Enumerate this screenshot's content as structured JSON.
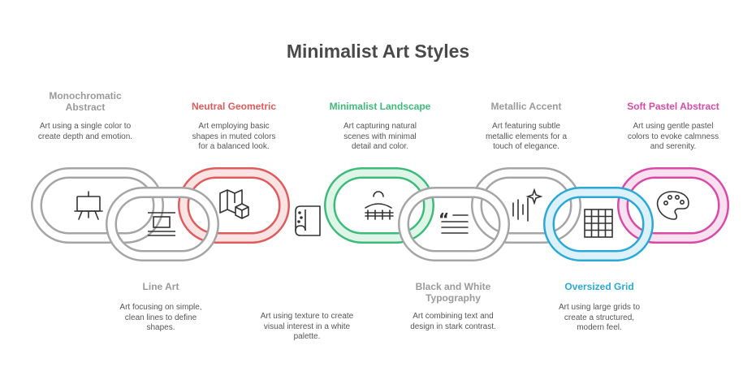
{
  "title": "Minimalist Art Styles",
  "colors": {
    "gray": "#9a9a9a",
    "red": "#e05b5b",
    "green": "#3dbb7a",
    "teal": "#2aa9d8",
    "pink": "#d94aa8",
    "text": "#4a4a4a"
  },
  "items": [
    {
      "label": "Monochromatic Abstract",
      "description": "Art using a single color to create depth and emotion.",
      "icon": "easel-icon",
      "color": "#9a9a9a"
    },
    {
      "label": "Line Art",
      "description": "Art focusing on simple, clean lines to define shapes.",
      "icon": "document-icon",
      "color": "#9a9a9a"
    },
    {
      "label": "Neutral Geometric",
      "description": "Art employing basic shapes in muted colors for a balanced look.",
      "icon": "map-cube-icon",
      "color": "#e05b5b"
    },
    {
      "label": "",
      "description": "Art using texture to create visual interest in a white palette.",
      "icon": "fabric-swatch-icon",
      "color": "#9a9a9a"
    },
    {
      "label": "Minimalist Landscape",
      "description": "Art capturing natural scenes with minimal detail and color.",
      "icon": "landscape-icon",
      "color": "#3dbb7a"
    },
    {
      "label": "Black and White Typography",
      "description": "Art combining text and design in stark contrast.",
      "icon": "quote-text-icon",
      "color": "#9a9a9a"
    },
    {
      "label": "Metallic Accent",
      "description": "Art featuring subtle metallic elements for a touch of elegance.",
      "icon": "sparkle-lines-icon",
      "color": "#9a9a9a"
    },
    {
      "label": "Oversized Grid",
      "description": "Art using large grids to create a structured, modern feel.",
      "icon": "grid-icon",
      "color": "#2aa9d8"
    },
    {
      "label": "Soft Pastel Abstract",
      "description": "Art using gentle pastel colors to evoke calmness and serenity.",
      "icon": "palette-icon",
      "color": "#d94aa8"
    }
  ]
}
